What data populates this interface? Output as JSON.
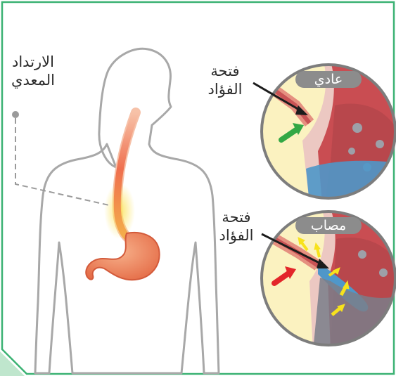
{
  "labels": {
    "reflux_line1": "الارتداد",
    "reflux_line2": "المعدي",
    "cardia_top_line1": "فتحة",
    "cardia_top_line2": "الفؤاد",
    "normal": "عادي",
    "cardia_bottom_line1": "فتحة",
    "cardia_bottom_line2": "الفؤاد",
    "affected": "مصاب"
  },
  "colors": {
    "frame_green": "#3bb273",
    "body_outline": "#a8a8a8",
    "esophagus": "#ef7d5a",
    "stomach": "#f08a62",
    "normal_arrow": "#33a845",
    "affected_arrow": "#e3262a",
    "acid_arrows": "#f7e21c",
    "badge": "#8c8c8c"
  }
}
